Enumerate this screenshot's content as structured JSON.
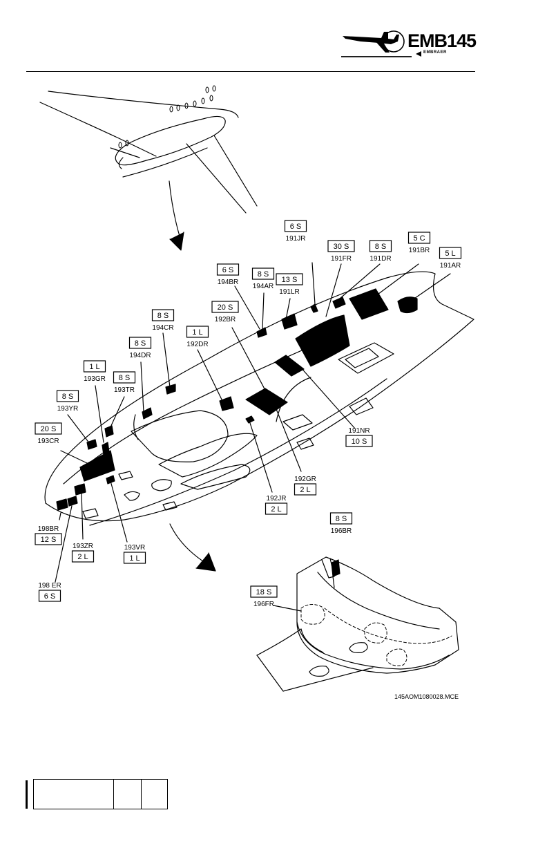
{
  "header": {
    "logo_text": "EMB145",
    "logo_sub": "EMBRAER"
  },
  "figure_id": "145AOM1080028.MCE",
  "labels": [
    {
      "code": "191JR",
      "qty": "6 S"
    },
    {
      "code": "191FR",
      "qty": "30 S"
    },
    {
      "code": "191DR",
      "qty": "8 S"
    },
    {
      "code": "191BR",
      "qty": "5 C"
    },
    {
      "code": "191AR",
      "qty": "5 L"
    },
    {
      "code": "194BR",
      "qty": "6 S"
    },
    {
      "code": "194AR",
      "qty": "8 S"
    },
    {
      "code": "191LR",
      "qty": "13 S"
    },
    {
      "code": "194CR",
      "qty": "8 S"
    },
    {
      "code": "192BR",
      "qty": "20 S"
    },
    {
      "code": "192DR",
      "qty": "1 L"
    },
    {
      "code": "194DR",
      "qty": "8 S"
    },
    {
      "code": "193GR",
      "qty": "1 L"
    },
    {
      "code": "193TR",
      "qty": "8 S"
    },
    {
      "code": "193YR",
      "qty": "8 S"
    },
    {
      "code": "193CR",
      "qty": "20 S"
    },
    {
      "code": "191NR",
      "qty": "10 S"
    },
    {
      "code": "192GR",
      "qty": "2 L"
    },
    {
      "code": "192JR",
      "qty": "2 L"
    },
    {
      "code": "198BR",
      "qty": "12 S"
    },
    {
      "code": "193ZR",
      "qty": "2 L"
    },
    {
      "code": "193VR",
      "qty": "1 L"
    },
    {
      "code": "198 ER",
      "qty": "6 S"
    },
    {
      "code": "196BR",
      "qty": "8 S"
    },
    {
      "code": "196FR",
      "qty": "18 S"
    }
  ],
  "footer": {
    "cell1": "",
    "cell2": "",
    "cell3": ""
  }
}
